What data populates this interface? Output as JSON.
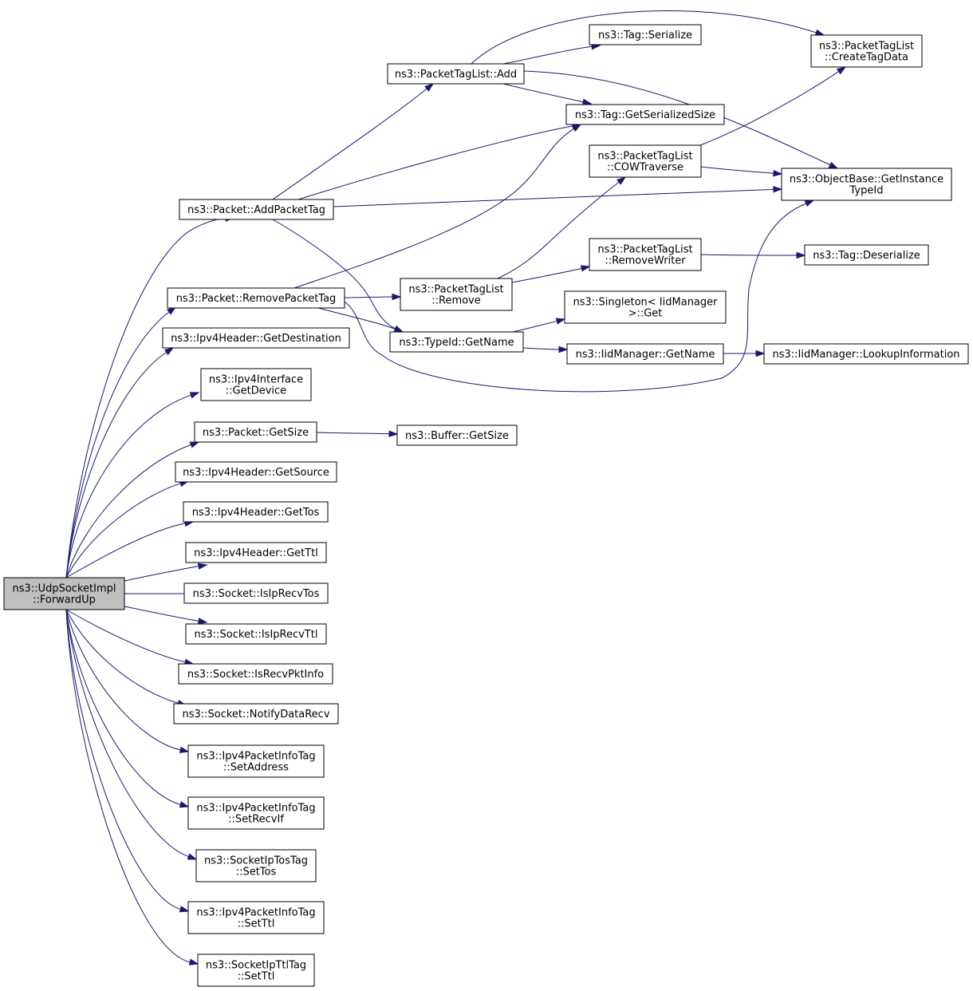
{
  "graph": {
    "nodes": [
      {
        "id": "udp_forwardup",
        "lines": [
          "ns3::UdpSocketImpl",
          "::ForwardUp"
        ],
        "root": true
      },
      {
        "id": "packet_addpackettag",
        "lines": [
          "ns3::Packet::AddPacketTag"
        ]
      },
      {
        "id": "packet_removepackettag",
        "lines": [
          "ns3::Packet::RemovePacketTag"
        ]
      },
      {
        "id": "ipv4header_getdestination",
        "lines": [
          "ns3::Ipv4Header::GetDestination"
        ]
      },
      {
        "id": "ipv4interface_getdevice",
        "lines": [
          "ns3::Ipv4Interface",
          "::GetDevice"
        ]
      },
      {
        "id": "packet_getsize",
        "lines": [
          "ns3::Packet::GetSize"
        ]
      },
      {
        "id": "ipv4header_getsource",
        "lines": [
          "ns3::Ipv4Header::GetSource"
        ]
      },
      {
        "id": "ipv4header_gettos",
        "lines": [
          "ns3::Ipv4Header::GetTos"
        ]
      },
      {
        "id": "ipv4header_getttl",
        "lines": [
          "ns3::Ipv4Header::GetTtl"
        ]
      },
      {
        "id": "socket_isiprecvtos",
        "lines": [
          "ns3::Socket::IsIpRecvTos"
        ]
      },
      {
        "id": "socket_isiprecvttl",
        "lines": [
          "ns3::Socket::IsIpRecvTtl"
        ]
      },
      {
        "id": "socket_isrecvpktinfo",
        "lines": [
          "ns3::Socket::IsRecvPktInfo"
        ]
      },
      {
        "id": "socket_notifydatarecv",
        "lines": [
          "ns3::Socket::NotifyDataRecv"
        ]
      },
      {
        "id": "ipv4packetinfotag_setaddress",
        "lines": [
          "ns3::Ipv4PacketInfoTag",
          "::SetAddress"
        ]
      },
      {
        "id": "ipv4packetinfotag_setrecvif",
        "lines": [
          "ns3::Ipv4PacketInfoTag",
          "::SetRecvIf"
        ]
      },
      {
        "id": "socketiptostag_settos",
        "lines": [
          "ns3::SocketIpTosTag",
          "::SetTos"
        ]
      },
      {
        "id": "ipv4packetinfotag_setttl",
        "lines": [
          "ns3::Ipv4PacketInfoTag",
          "::SetTtl"
        ]
      },
      {
        "id": "socketipttltag_setttl",
        "lines": [
          "ns3::SocketIpTtlTag",
          "::SetTtl"
        ]
      },
      {
        "id": "packettaglist_add",
        "lines": [
          "ns3::PacketTagList::Add"
        ]
      },
      {
        "id": "tag_getserializedsize",
        "lines": [
          "ns3::Tag::GetSerializedSize"
        ]
      },
      {
        "id": "objectbase_getinstancetypeid",
        "lines": [
          "ns3::ObjectBase::GetInstance",
          "TypeId"
        ]
      },
      {
        "id": "typeid_getname",
        "lines": [
          "ns3::TypeId::GetName"
        ]
      },
      {
        "id": "tag_serialize",
        "lines": [
          "ns3::Tag::Serialize"
        ]
      },
      {
        "id": "packettaglist_createtagdata",
        "lines": [
          "ns3::PacketTagList",
          "::CreateTagData"
        ]
      },
      {
        "id": "packettaglist_cowtraverse",
        "lines": [
          "ns3::PacketTagList",
          "::COWTraverse"
        ]
      },
      {
        "id": "packettaglist_remove",
        "lines": [
          "ns3::PacketTagList",
          "::Remove"
        ]
      },
      {
        "id": "packettaglist_removewriter",
        "lines": [
          "ns3::PacketTagList",
          "::RemoveWriter"
        ]
      },
      {
        "id": "tag_deserialize",
        "lines": [
          "ns3::Tag::Deserialize"
        ]
      },
      {
        "id": "singleton_get",
        "lines": [
          "ns3::Singleton< IidManager",
          " >::Get"
        ]
      },
      {
        "id": "iidmanager_getname",
        "lines": [
          "ns3::IidManager::GetName"
        ]
      },
      {
        "id": "iidmanager_lookupinformation",
        "lines": [
          "ns3::IidManager::LookupInformation"
        ]
      },
      {
        "id": "buffer_getsize",
        "lines": [
          "ns3::Buffer::GetSize"
        ]
      }
    ],
    "edges": [
      [
        "udp_forwardup",
        "packet_addpackettag"
      ],
      [
        "udp_forwardup",
        "packet_removepackettag"
      ],
      [
        "udp_forwardup",
        "ipv4header_getdestination"
      ],
      [
        "udp_forwardup",
        "ipv4interface_getdevice"
      ],
      [
        "udp_forwardup",
        "packet_getsize"
      ],
      [
        "udp_forwardup",
        "ipv4header_getsource"
      ],
      [
        "udp_forwardup",
        "ipv4header_gettos"
      ],
      [
        "udp_forwardup",
        "ipv4header_getttl"
      ],
      [
        "udp_forwardup",
        "socket_isiprecvtos"
      ],
      [
        "udp_forwardup",
        "socket_isiprecvttl"
      ],
      [
        "udp_forwardup",
        "socket_isrecvpktinfo"
      ],
      [
        "udp_forwardup",
        "socket_notifydatarecv"
      ],
      [
        "udp_forwardup",
        "ipv4packetinfotag_setaddress"
      ],
      [
        "udp_forwardup",
        "ipv4packetinfotag_setrecvif"
      ],
      [
        "udp_forwardup",
        "socketiptostag_settos"
      ],
      [
        "udp_forwardup",
        "ipv4packetinfotag_setttl"
      ],
      [
        "udp_forwardup",
        "socketipttltag_setttl"
      ],
      [
        "packet_addpackettag",
        "packettaglist_add"
      ],
      [
        "packet_addpackettag",
        "tag_getserializedsize"
      ],
      [
        "packet_addpackettag",
        "objectbase_getinstancetypeid"
      ],
      [
        "packet_addpackettag",
        "typeid_getname"
      ],
      [
        "packettaglist_add",
        "tag_serialize"
      ],
      [
        "packettaglist_add",
        "packettaglist_createtagdata"
      ],
      [
        "packettaglist_add",
        "tag_getserializedsize"
      ],
      [
        "packettaglist_add",
        "objectbase_getinstancetypeid"
      ],
      [
        "packettaglist_cowtraverse",
        "packettaglist_createtagdata"
      ],
      [
        "packettaglist_cowtraverse",
        "objectbase_getinstancetypeid"
      ],
      [
        "packet_removepackettag",
        "tag_getserializedsize"
      ],
      [
        "packet_removepackettag",
        "packettaglist_remove"
      ],
      [
        "packet_removepackettag",
        "typeid_getname"
      ],
      [
        "packet_removepackettag",
        "objectbase_getinstancetypeid"
      ],
      [
        "packettaglist_remove",
        "packettaglist_cowtraverse"
      ],
      [
        "packettaglist_remove",
        "packettaglist_removewriter"
      ],
      [
        "packettaglist_removewriter",
        "tag_deserialize"
      ],
      [
        "typeid_getname",
        "singleton_get"
      ],
      [
        "typeid_getname",
        "iidmanager_getname"
      ],
      [
        "iidmanager_getname",
        "iidmanager_lookupinformation"
      ],
      [
        "packet_getsize",
        "buffer_getsize"
      ]
    ]
  }
}
